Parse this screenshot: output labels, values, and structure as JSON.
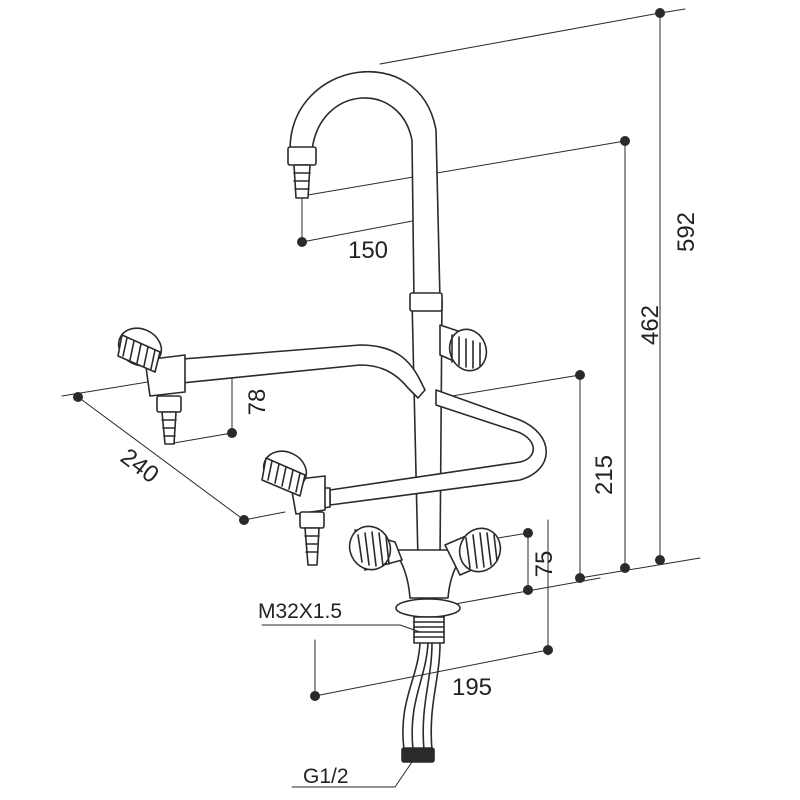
{
  "diagram": {
    "colors": {
      "line": "#2a2a2a",
      "fill": "#ffffff",
      "text": "#222222"
    },
    "dimensions": {
      "overall_height": "592",
      "spout_height": "462",
      "side_valve_height": "215",
      "front_valve_height": "75",
      "side_outlet_drop": "78",
      "spout_reach": "150",
      "side_arm_spread": "240",
      "base_to_tail_reach": "195"
    },
    "labels": {
      "mount_thread": "M32X1.5",
      "inlet_thread": "G1/2"
    }
  }
}
